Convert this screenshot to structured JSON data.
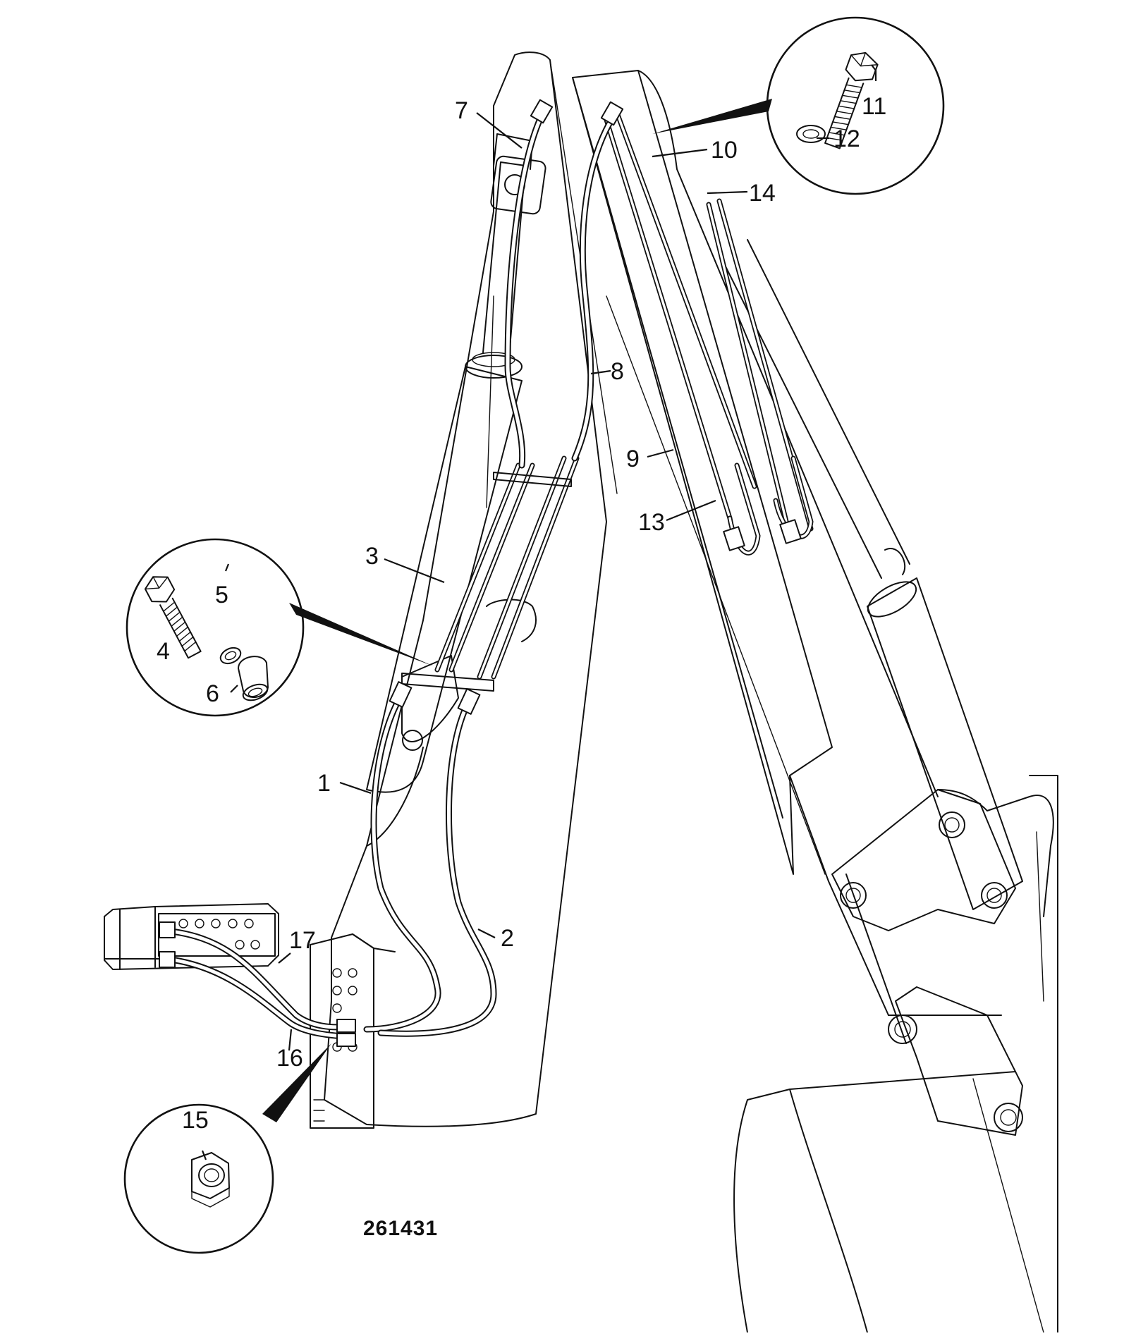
{
  "figure": {
    "reference_number": "261431"
  },
  "callouts": {
    "c1": "1",
    "c2": "2",
    "c3": "3",
    "c4": "4",
    "c5": "5",
    "c6": "6",
    "c7": "7",
    "c8": "8",
    "c9": "9",
    "c10": "10",
    "c11": "11",
    "c12": "12",
    "c13": "13",
    "c14": "14",
    "c15": "15",
    "c16": "16",
    "c17": "17"
  }
}
